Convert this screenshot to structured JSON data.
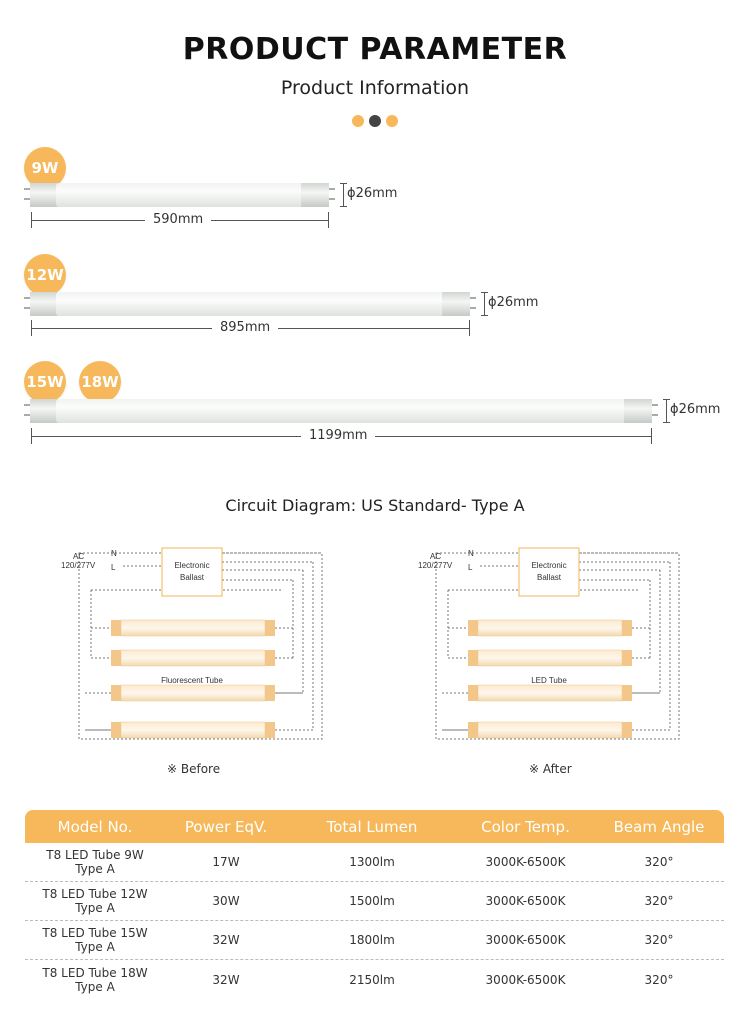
{
  "header": {
    "title": "PRODUCT PARAMETER",
    "subtitle": "Product Information",
    "dot_colors": [
      "#f6b85a",
      "#444444",
      "#f6b85a"
    ]
  },
  "tubes": [
    {
      "badges": [
        "9W"
      ],
      "length": "590mm",
      "diameter": "ϕ26mm"
    },
    {
      "badges": [
        "12W"
      ],
      "length": "895mm",
      "diameter": "ϕ26mm"
    },
    {
      "badges": [
        "15W",
        "18W"
      ],
      "length": "1199mm",
      "diameter": "ϕ26mm"
    }
  ],
  "circuit": {
    "title": "Circuit Diagram: US Standard- Type A",
    "ac_label": "AC",
    "voltage_label": "120/277V",
    "n_label": "N",
    "l_label": "L",
    "ballast_line1": "Electronic",
    "ballast_line2": "Ballast",
    "before_tube_label": "Fluorescent Tube",
    "after_tube_label": "LED Tube",
    "before_caption": "※ Before",
    "after_caption": "※ After"
  },
  "table": {
    "headers": [
      "Model No.",
      "Power EqV.",
      "Total Lumen",
      "Color Temp.",
      "Beam Angle"
    ],
    "rows": [
      {
        "model_line1": "T8 LED Tube 9W",
        "model_line2": "Type A",
        "power": "17W",
        "lumen": "1300lm",
        "temp": "3000K-6500K",
        "angle": "320°"
      },
      {
        "model_line1": "T8 LED Tube 12W",
        "model_line2": "Type A",
        "power": "30W",
        "lumen": "1500lm",
        "temp": "3000K-6500K",
        "angle": "320°"
      },
      {
        "model_line1": "T8 LED Tube 15W",
        "model_line2": "Type A",
        "power": "32W",
        "lumen": "1800lm",
        "temp": "3000K-6500K",
        "angle": "320°"
      },
      {
        "model_line1": "T8 LED Tube 18W",
        "model_line2": "Type A",
        "power": "32W",
        "lumen": "2150lm",
        "temp": "3000K-6500K",
        "angle": "320°"
      }
    ],
    "accent_color": "#f6b85a"
  }
}
